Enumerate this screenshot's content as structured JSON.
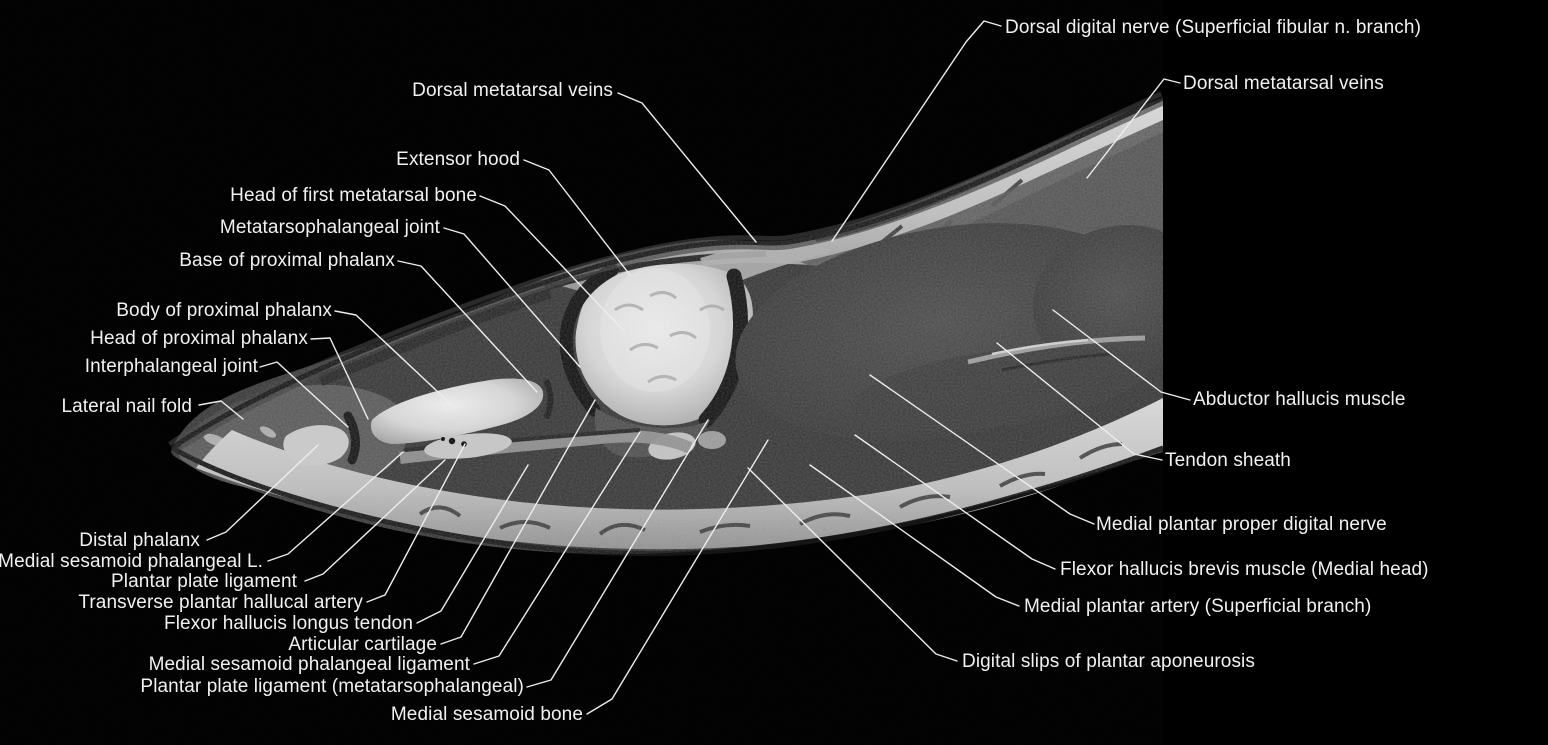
{
  "figure": {
    "background_color": "#000000",
    "annotation_text_color": "#f1f1f1",
    "leader_line_color": "#ededed"
  },
  "labels": [
    {
      "id": "dorsal-digital-nerve",
      "text": "Dorsal digital nerve (Superficial fibular n. branch)",
      "side": "right"
    },
    {
      "id": "dorsal-metatarsal-veins-right",
      "text": "Dorsal metatarsal veins",
      "side": "right"
    },
    {
      "id": "dorsal-metatarsal-veins-left",
      "text": "Dorsal metatarsal veins",
      "side": "left"
    },
    {
      "id": "extensor-hood",
      "text": "Extensor hood",
      "side": "left"
    },
    {
      "id": "head-of-first-metatarsal-bone",
      "text": "Head of first metatarsal bone",
      "side": "left"
    },
    {
      "id": "metatarsophalangeal-joint",
      "text": "Metatarsophalangeal joint",
      "side": "left"
    },
    {
      "id": "base-of-proximal-phalanx",
      "text": "Base of proximal phalanx",
      "side": "left"
    },
    {
      "id": "body-of-proximal-phalanx",
      "text": "Body of proximal phalanx",
      "side": "left"
    },
    {
      "id": "head-of-proximal-phalanx",
      "text": "Head of proximal phalanx",
      "side": "left"
    },
    {
      "id": "interphalangeal-joint",
      "text": "Interphalangeal joint",
      "side": "left"
    },
    {
      "id": "lateral-nail-fold",
      "text": "Lateral nail fold",
      "side": "left"
    },
    {
      "id": "distal-phalanx",
      "text": "Distal phalanx",
      "side": "bottom-left"
    },
    {
      "id": "medial-sesamoid-phalangeal-l",
      "text": "Medial sesamoid phalangeal L.",
      "side": "bottom-left"
    },
    {
      "id": "plantar-plate-ligament",
      "text": "Plantar plate ligament",
      "side": "bottom-left"
    },
    {
      "id": "transverse-plantar-hallucal-artery",
      "text": "Transverse plantar hallucal artery",
      "side": "bottom-left"
    },
    {
      "id": "flexor-hallucis-longus-tendon",
      "text": "Flexor hallucis longus tendon",
      "side": "bottom-left"
    },
    {
      "id": "articular-cartilage",
      "text": "Articular cartilage",
      "side": "bottom-left"
    },
    {
      "id": "medial-sesamoid-phalangeal-ligament",
      "text": "Medial sesamoid phalangeal ligament",
      "side": "bottom-left"
    },
    {
      "id": "plantar-plate-ligament-metatarsophalangeal",
      "text": "Plantar plate ligament (metatarsophalangeal)",
      "side": "bottom-left"
    },
    {
      "id": "medial-sesamoid-bone",
      "text": "Medial sesamoid bone",
      "side": "bottom-left"
    },
    {
      "id": "abductor-hallucis-muscle",
      "text": "Abductor hallucis muscle",
      "side": "right"
    },
    {
      "id": "tendon-sheath",
      "text": "Tendon sheath",
      "side": "right"
    },
    {
      "id": "medial-plantar-proper-digital-nerve",
      "text": "Medial plantar proper digital nerve",
      "side": "right"
    },
    {
      "id": "flexor-hallucis-brevis-muscle-medial-head",
      "text": "Flexor hallucis brevis muscle (Medial head)",
      "side": "right"
    },
    {
      "id": "medial-plantar-artery-superficial-branch",
      "text": "Medial plantar artery (Superficial branch)",
      "side": "right"
    },
    {
      "id": "digital-slips-of-plantar-aponeurosis",
      "text": "Digital slips of plantar aponeurosis",
      "side": "right"
    }
  ]
}
